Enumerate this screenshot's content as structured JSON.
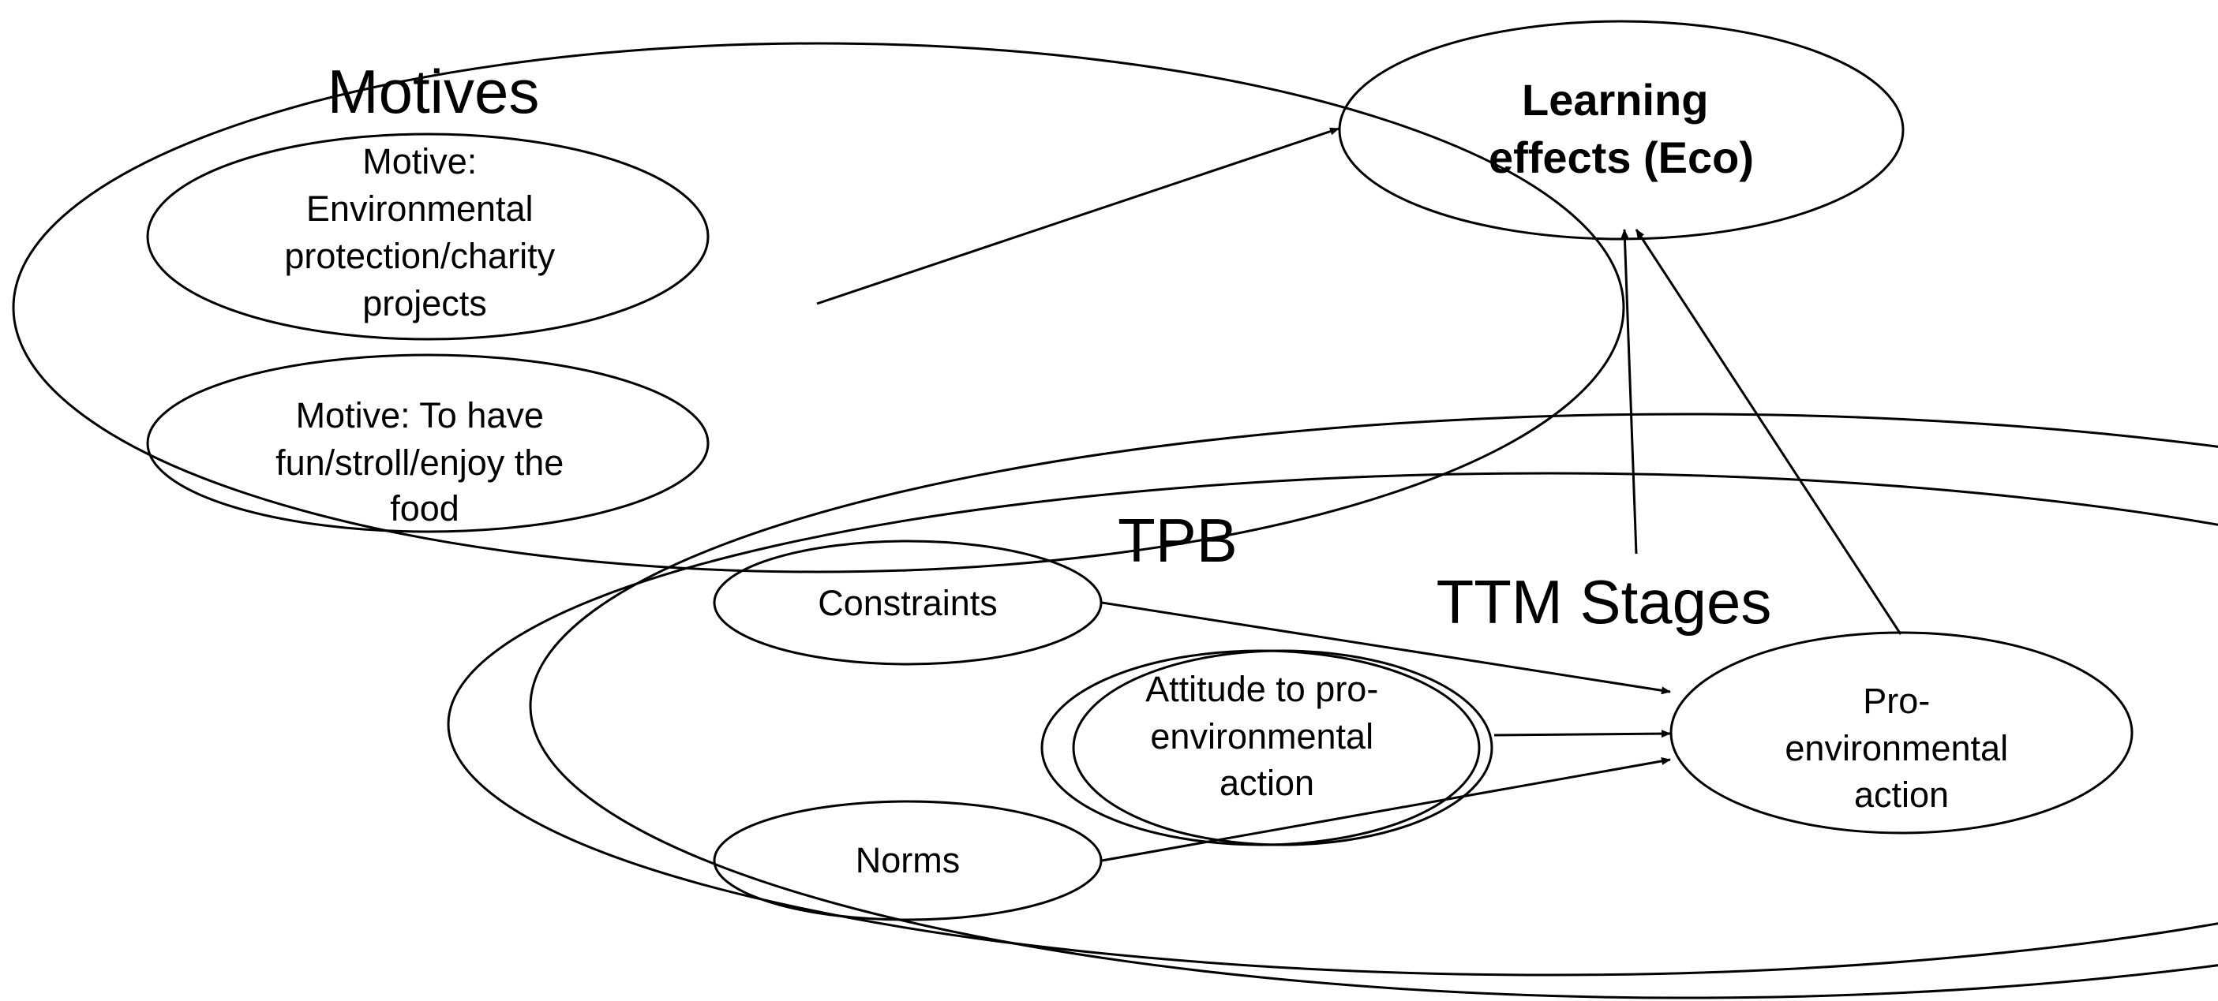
{
  "groups": {
    "motives": {
      "title": "Motives"
    },
    "tpb": {
      "title": "TPB"
    },
    "ttm": {
      "title": "TTM Stages"
    }
  },
  "nodes": {
    "motive_environment": {
      "lines": [
        "Motive:",
        "Environmental",
        "protection/charity",
        "projects"
      ]
    },
    "motive_fun": {
      "lines": [
        "Motive: To have",
        "fun/stroll/enjoy  the",
        "food"
      ]
    },
    "learning_effects": {
      "lines": [
        "Learning",
        "effects (Eco)"
      ]
    },
    "constraints": {
      "lines": [
        "Constraints"
      ]
    },
    "attitude": {
      "lines": [
        "Attitude to pro-",
        "environmental",
        "action"
      ]
    },
    "norms": {
      "lines": [
        "Norms"
      ]
    },
    "pro_action": {
      "lines": [
        "Pro-",
        "environmental",
        "action"
      ]
    }
  },
  "edges": [
    {
      "from": "Motives",
      "to": "Learning effects (Eco)"
    },
    {
      "from": "TTM Stages",
      "to": "Learning effects (Eco)"
    },
    {
      "from": "Pro-environmental action",
      "to": "Learning effects (Eco)"
    },
    {
      "from": "Constraints",
      "to": "Pro-environmental action"
    },
    {
      "from": "Attitude to pro-environmental action",
      "to": "Pro-environmental action"
    },
    {
      "from": "Norms",
      "to": "Pro-environmental action"
    }
  ]
}
